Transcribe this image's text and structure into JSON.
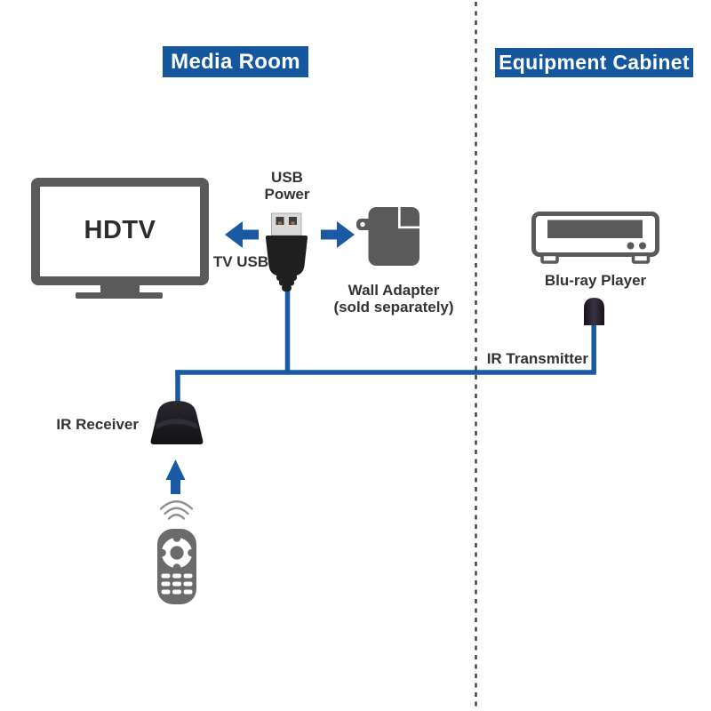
{
  "headers": {
    "media_room": "Media Room",
    "equipment_cabinet": "Equipment Cabinet"
  },
  "labels": {
    "hdtv": "HDTV",
    "usb_power_line1": "USB",
    "usb_power_line2": "Power",
    "tv_usb": "TV USB",
    "wall_adapter_line1": "Wall Adapter",
    "wall_adapter_line2": "(sold separately)",
    "bluray_player": "Blu-ray Player",
    "ir_transmitter": "IR Transmitter",
    "ir_receiver": "IR Receiver"
  },
  "icons": {
    "divider": "vertical-dashed-room-divider",
    "arrow_left": "left-block-arrow",
    "arrow_right": "right-block-arrow",
    "arrow_up": "up-block-arrow",
    "signal_waves": "ir-signal-arcs",
    "usb_connector": "usb-a-connector-with-cable",
    "wall_adapter": "usb-wall-adapter",
    "hdtv": "flat-screen-tv",
    "bluray_player": "disc-player-box",
    "ir_transmitter": "ir-emitter-bud",
    "ir_receiver": "ir-receiver-dome",
    "remote": "remote-control"
  },
  "colors": {
    "header_blue": "#15579D",
    "accent_blue": "#1A5AA2",
    "device_gray": "#5A5A5A",
    "remote_gray": "#6B6B6B",
    "text_dark": "#333333",
    "divider_gray": "#3B3B3B"
  }
}
